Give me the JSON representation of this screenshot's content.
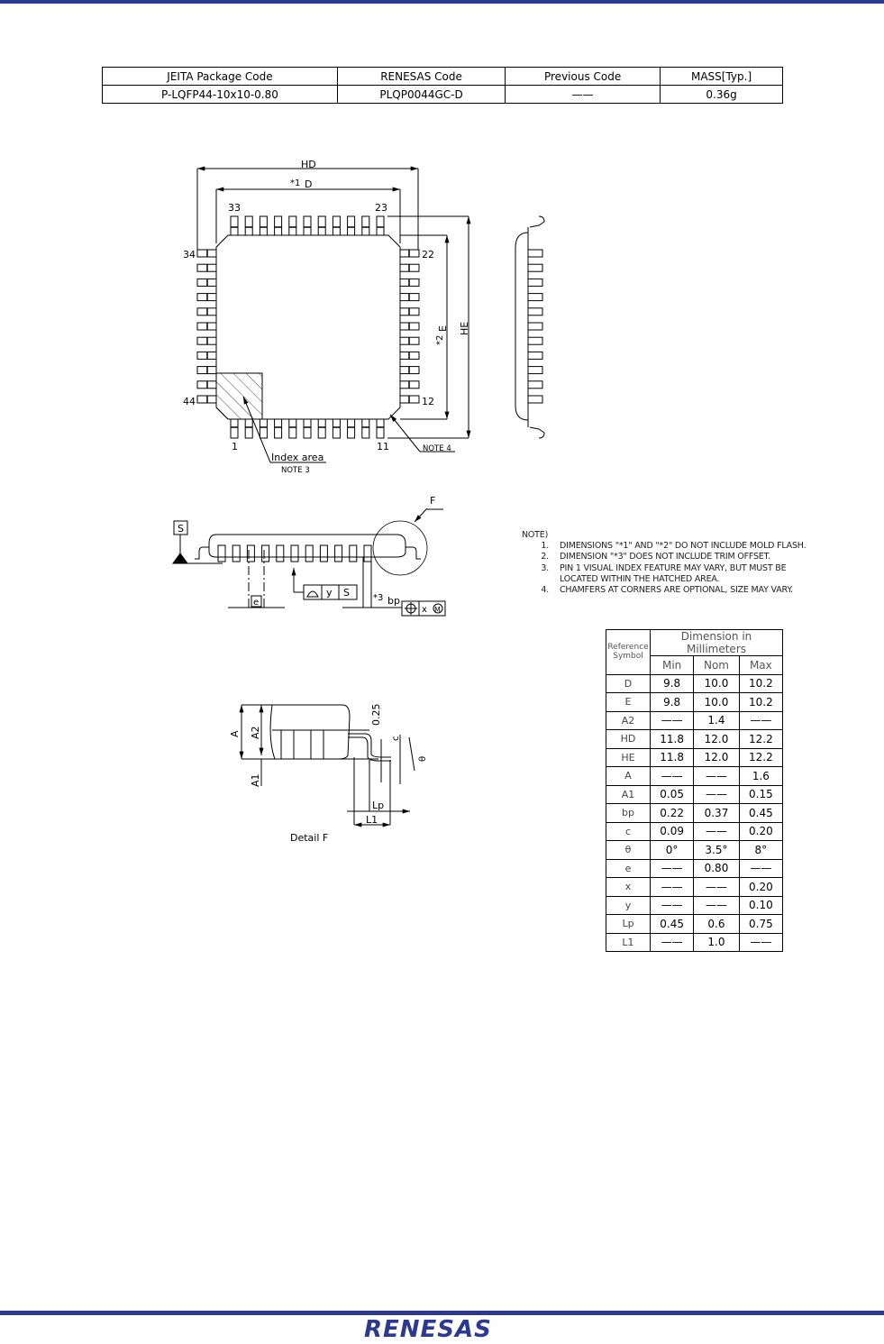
{
  "package_table": {
    "headers": [
      "JEITA Package Code",
      "RENESAS Code",
      "Previous Code",
      "MASS[Typ.]"
    ],
    "values": [
      "P-LQFP44-10x10-0.80",
      "PLQP0044GC-D",
      "——",
      "0.36g"
    ]
  },
  "top_view": {
    "hd": "HD",
    "d": "D",
    "d_mark": "*1",
    "e": "E",
    "e_mark": "*2",
    "he": "HE",
    "pins": {
      "p33": "33",
      "p23": "23",
      "p34": "34",
      "p22": "22",
      "p44": "44",
      "p12": "12",
      "p1": "1",
      "p11": "11"
    },
    "index_area": "Index area",
    "note3": "NOTE 3",
    "note4": "NOTE 4"
  },
  "side_view": {
    "s": "S",
    "f": "F",
    "e": "e",
    "y": "y",
    "s2": "S",
    "bp": "bp",
    "bp_mark": "*3",
    "x": "x",
    "m": "M"
  },
  "detail": {
    "a": "A",
    "a2": "A2",
    "a1": "A1",
    "d025": "0.25",
    "c": "c",
    "theta": "θ",
    "lp": "Lp",
    "l1": "L1",
    "title": "Detail F"
  },
  "notes": {
    "title": "NOTE)",
    "items": [
      {
        "num": "1.",
        "text": "DIMENSIONS \"*1\" AND \"*2\" DO NOT INCLUDE MOLD FLASH."
      },
      {
        "num": "2.",
        "text": "DIMENSION \"*3\" DOES NOT INCLUDE TRIM OFFSET."
      },
      {
        "num": "3.",
        "text": "PIN 1 VISUAL INDEX FEATURE MAY VARY, BUT MUST BE"
      },
      {
        "num": "",
        "text": "LOCATED WITHIN THE HATCHED AREA."
      },
      {
        "num": "4.",
        "text": "CHAMFERS AT CORNERS ARE OPTIONAL, SIZE MAY VARY."
      }
    ]
  },
  "dimension_table": {
    "ref_header": "Reference Symbol",
    "dim_header": "Dimension in Millimeters",
    "cols": [
      "Min",
      "Nom",
      "Max"
    ],
    "rows": [
      [
        "D",
        "9.8",
        "10.0",
        "10.2"
      ],
      [
        "E",
        "9.8",
        "10.0",
        "10.2"
      ],
      [
        "A2",
        "——",
        "1.4",
        "——"
      ],
      [
        "HD",
        "11.8",
        "12.0",
        "12.2"
      ],
      [
        "HE",
        "11.8",
        "12.0",
        "12.2"
      ],
      [
        "A",
        "——",
        "——",
        "1.6"
      ],
      [
        "A1",
        "0.05",
        "——",
        "0.15"
      ],
      [
        "bp",
        "0.22",
        "0.37",
        "0.45"
      ],
      [
        "c",
        "0.09",
        "——",
        "0.20"
      ],
      [
        "θ",
        "0°",
        "3.5°",
        "8°"
      ],
      [
        "e",
        "——",
        "0.80",
        "——"
      ],
      [
        "x",
        "——",
        "——",
        "0.20"
      ],
      [
        "y",
        "——",
        "——",
        "0.10"
      ],
      [
        "Lp",
        "0.45",
        "0.6",
        "0.75"
      ],
      [
        "L1",
        "——",
        "1.0",
        "——"
      ]
    ]
  },
  "footer": {
    "logo": "RENESAS"
  },
  "colors": {
    "brand": "#2b3990"
  }
}
